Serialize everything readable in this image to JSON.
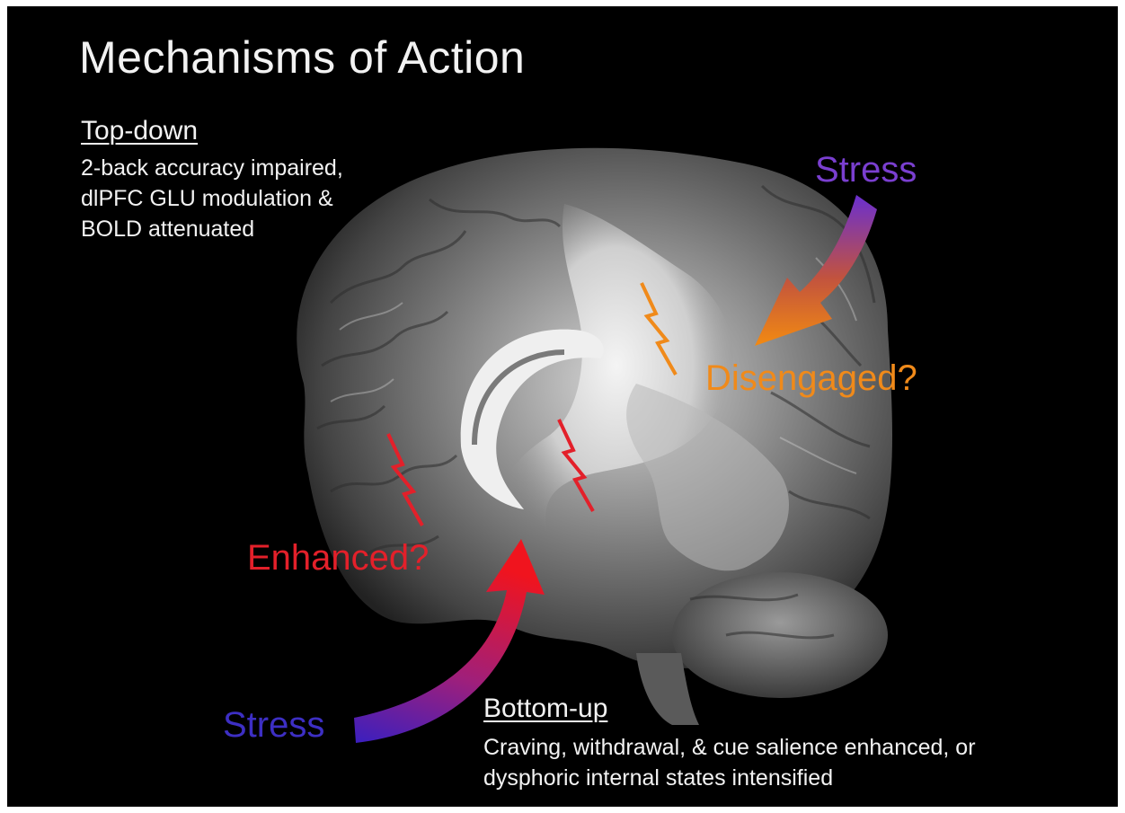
{
  "slide": {
    "title": "Mechanisms of Action",
    "top_down": {
      "heading": "Top-down",
      "lines": [
        "2-back accuracy impaired,",
        "dlPFC GLU modulation &",
        "BOLD attenuated"
      ]
    },
    "bottom_up": {
      "heading": "Bottom-up",
      "lines": [
        "Craving, withdrawal, & cue salience enhanced, or",
        "dysphoric internal states intensified"
      ]
    },
    "labels": {
      "stress_top": "Stress",
      "stress_bottom": "Stress",
      "disengaged": "Disengaged?",
      "enhanced": "Enhanced?"
    }
  },
  "colors": {
    "background": "#000000",
    "text": "#f2f2f2",
    "stress_purple": "#6a2fc8",
    "disengaged_orange": "#f08a1a",
    "enhanced_red": "#e3202a"
  },
  "icons": [
    "brain-image",
    "lightning-bolt-icon",
    "curved-arrow-icon"
  ]
}
